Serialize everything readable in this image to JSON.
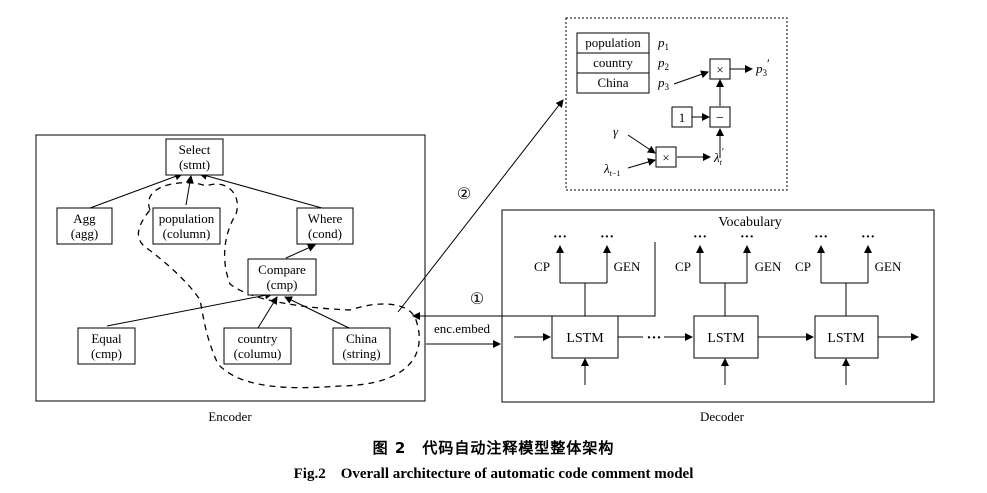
{
  "encoder": {
    "label": "Encoder",
    "nodes": {
      "select": {
        "name": "Select",
        "type": "(stmt)"
      },
      "agg": {
        "name": "Agg",
        "type": "(agg)"
      },
      "population": {
        "name": "population",
        "type": "(column)"
      },
      "where": {
        "name": "Where",
        "type": "(cond)"
      },
      "compare": {
        "name": "Compare",
        "type": "(cmp)"
      },
      "equal": {
        "name": "Equal",
        "type": "(cmp)"
      },
      "country": {
        "name": "country",
        "type": "(columu)"
      },
      "china": {
        "name": "China",
        "type": "(string)"
      }
    }
  },
  "decoder": {
    "label": "Decoder",
    "vocabulary_label": "Vocabulary",
    "cells": [
      "LSTM",
      "LSTM",
      "LSTM"
    ],
    "cp_label": "CP",
    "gen_label": "GEN",
    "ellipsis": "···",
    "between_ellipsis": "···",
    "input_label": "enc.embed"
  },
  "copy_mechanism": {
    "words": [
      "population",
      "country",
      "China"
    ],
    "probs": [
      "p",
      "p",
      "p"
    ],
    "prob_subs": [
      "1",
      "2",
      "3"
    ],
    "output_base": "p",
    "output_sub": "3",
    "output_mark": "′",
    "times_op": "×",
    "minus_op": "−",
    "one_box": "1",
    "gamma": "γ",
    "lambda": "λ",
    "lambda_prev_sub": "t−1",
    "lambda_t_sub": "t",
    "lambda_t_mark": "′"
  },
  "markers": {
    "one": "①",
    "two": "②"
  },
  "caption": {
    "zh": "图 2　代码自动注释模型整体架构",
    "en": "Fig.2　Overall architecture of automatic code comment model"
  }
}
